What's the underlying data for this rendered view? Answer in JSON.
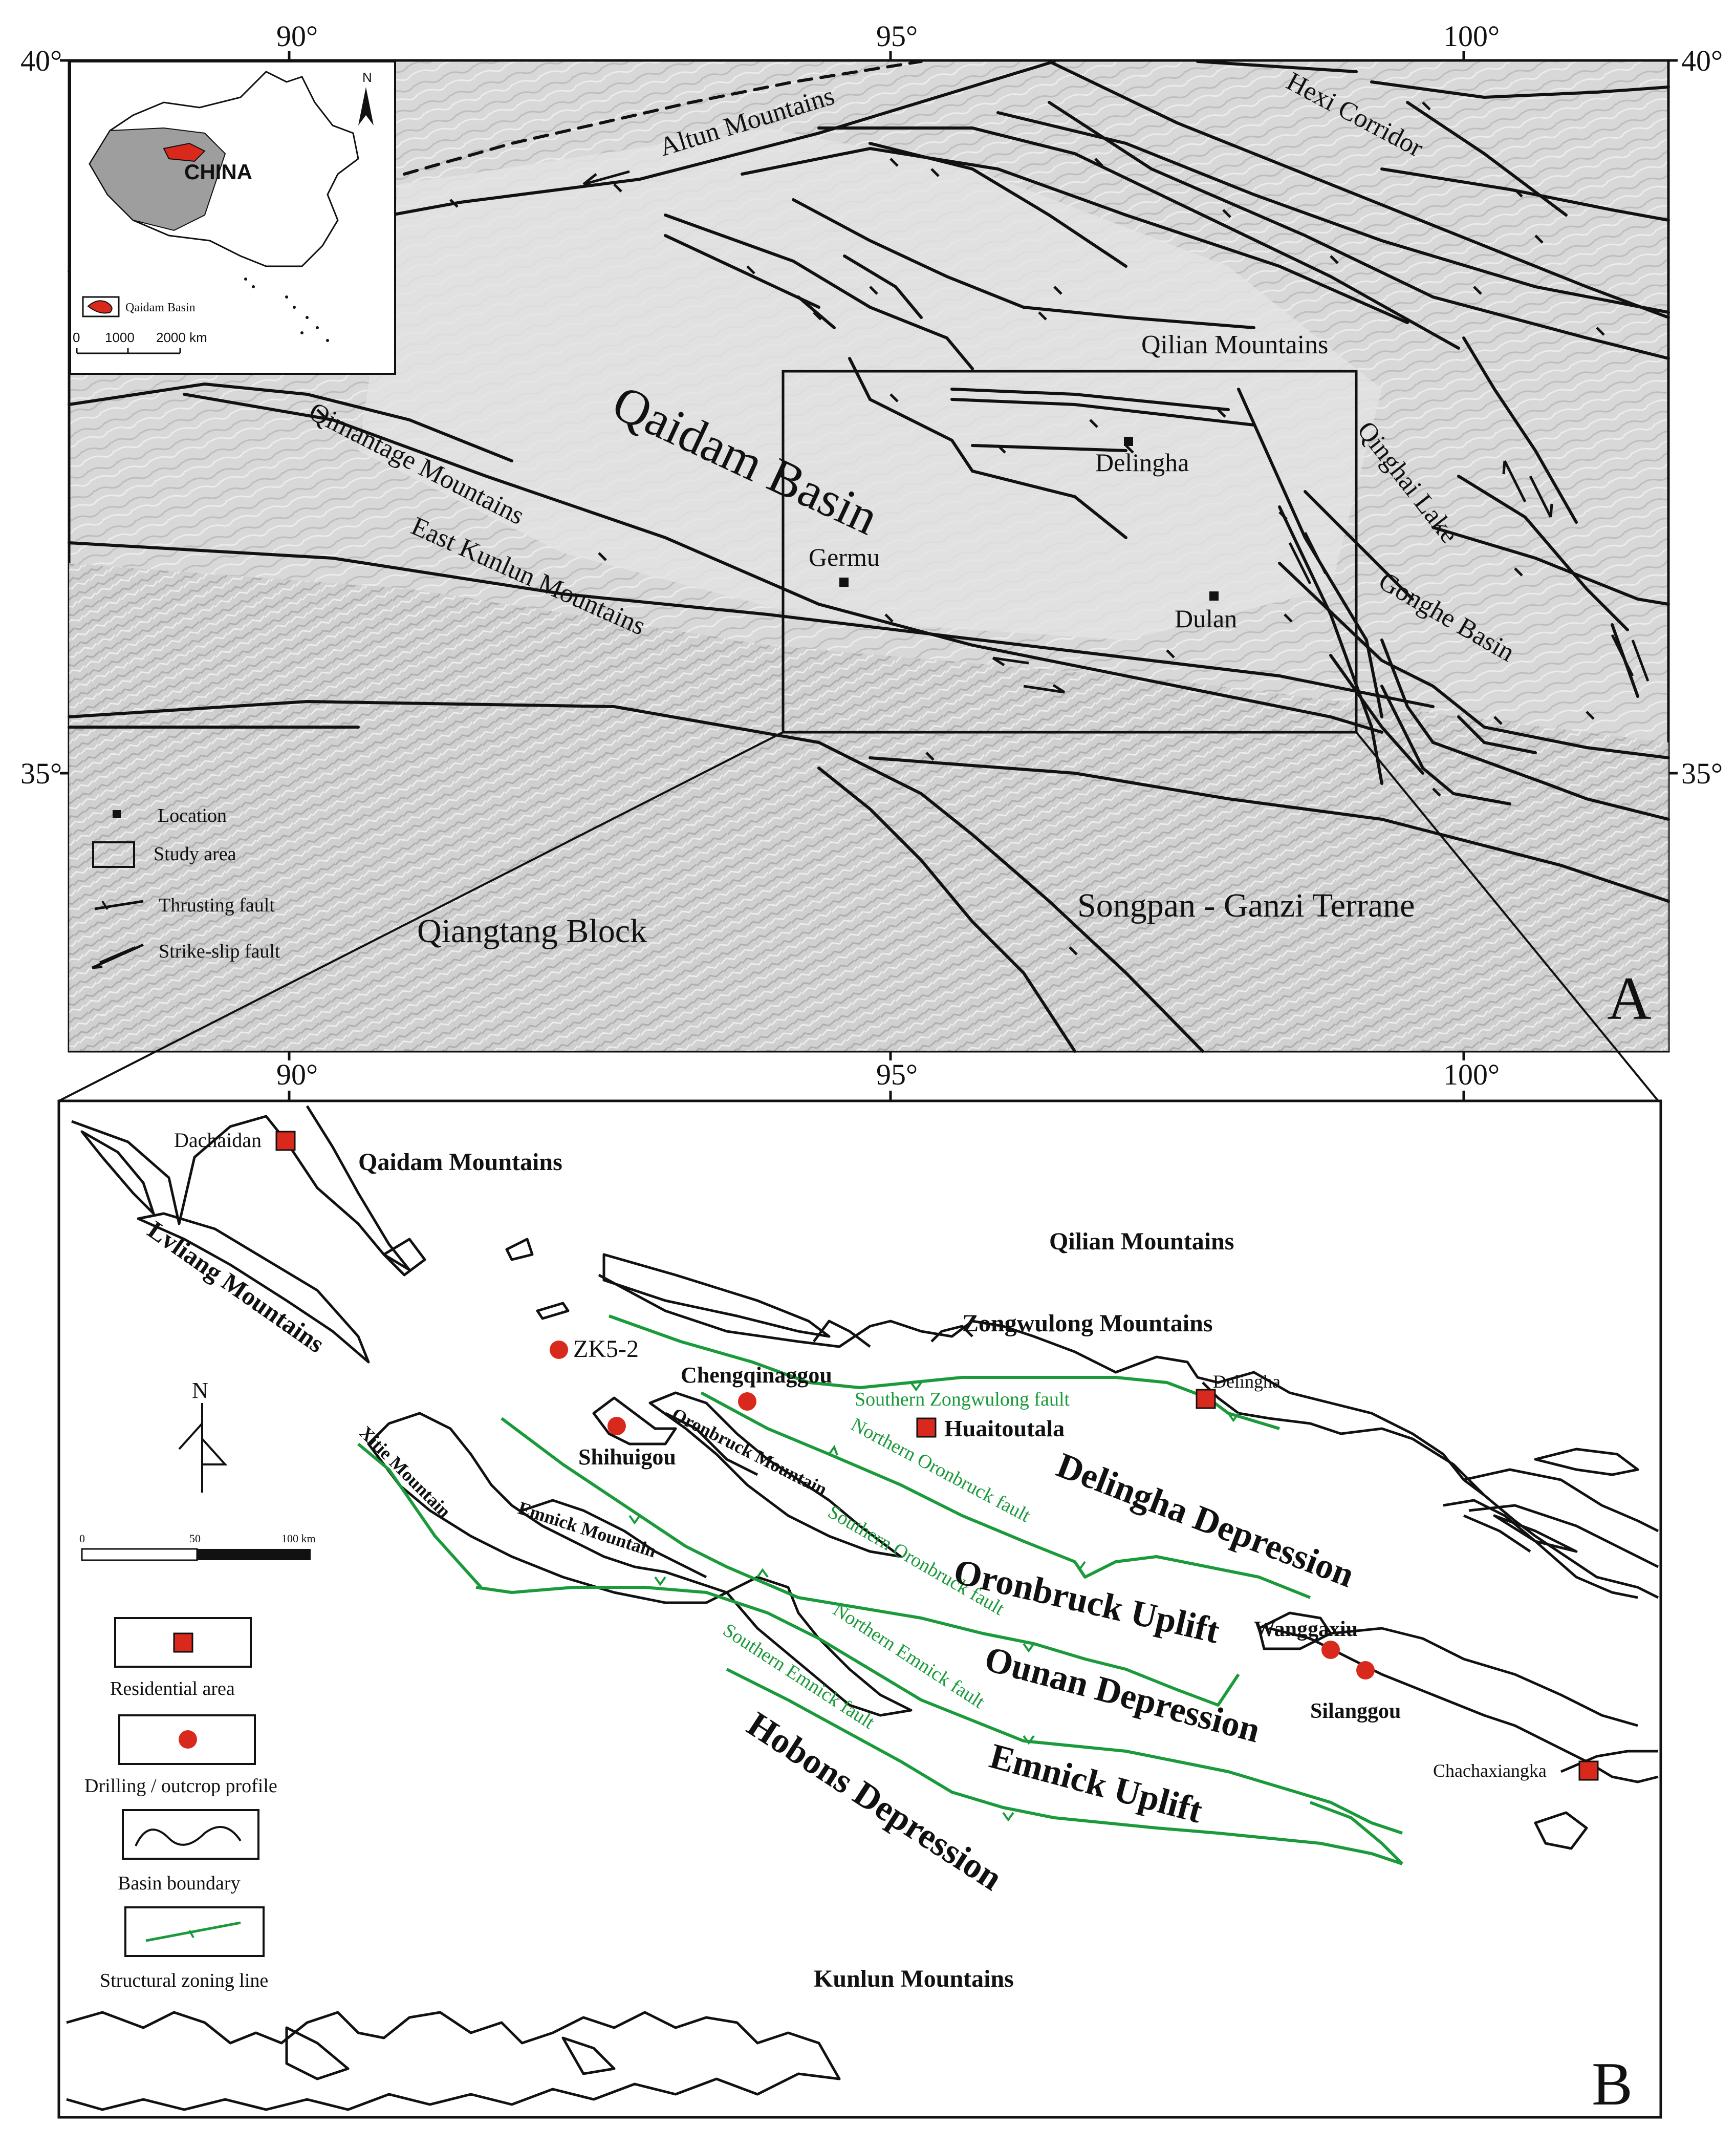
{
  "panelA": {
    "letter": "A",
    "lon_top": [
      "90°",
      "95°",
      "100°"
    ],
    "lon_bottom": [
      "90°",
      "95°",
      "100°"
    ],
    "lat_left": [
      "40°",
      "35°"
    ],
    "lat_right": [
      "40°",
      "35°"
    ],
    "inset": {
      "country": "CHINA",
      "legend_label": "Qaidam Basin",
      "scale_labels": [
        "0",
        "1000",
        "2000 km"
      ],
      "north": "N"
    },
    "places": {
      "altun": "Altun Mountains",
      "hexi": "Hexi Corridor",
      "qilian": "Qilian Mountains",
      "qaidam_basin": "Qaidam Basin",
      "delingha": "Delingha",
      "qinghai_lake": "Qinghai Lake",
      "qimantage": "Qimantage Mountains",
      "east_kunlun": "East Kunlun Mountains",
      "germu": "Germu",
      "dulan": "Dulan",
      "gonghe": "Gonghe Basin",
      "songpan": "Songpan - Ganzi Terrane",
      "qiangtang": "Qiangtang Block"
    },
    "legend": {
      "location": "Location",
      "study_area": "Study area",
      "thrusting": "Thrusting fault",
      "strike_slip": "Strike-slip fault"
    }
  },
  "panelB": {
    "letter": "B",
    "north": "N",
    "scale_labels": [
      "0",
      "50",
      "100 km"
    ],
    "places": {
      "dachaidan": "Dachaidan",
      "qaidam_mtns": "Qaidam Mountains",
      "lvliang": "Lvliang Mountains",
      "qilian": "Qilian Mountains",
      "zongwulong": "Zongwulong Mountains",
      "zk5": "ZK5-2",
      "chengqinaggou": "Chengqinaggou",
      "southern_zongwulong": "Southern Zongwulong fault",
      "delingha": "Delingha",
      "huaitoutala": "Huaitoutala",
      "shihuigou": "Shihuigou",
      "oronbruck_mtn": "Oronbruck Mountain",
      "northern_oronbruck": "Northern Oronbruck fault",
      "delingha_dep": "Delingha Depression",
      "xitie": "Xitie Mountain",
      "emnick_mtn": "Emnick Mountain",
      "southern_oronbruck": "Southern Oronbruck fault",
      "oronbruck_uplift": "Oronbruck Uplift",
      "wanggaxiu": "Wanggaxiu",
      "northern_emnick": "Northern Emnick fault",
      "ounan": "Ounan Depression",
      "silanggou": "Silanggou",
      "southern_emnick": "Southern Emnick fault",
      "emnick_uplift": "Emnick Uplift",
      "hobons": "Hobons Depression",
      "chachaxiangka": "Chachaxiangka",
      "kunlun": "Kunlun Mountains"
    },
    "legend": {
      "residential": "Residential area",
      "drilling": "Drilling / outcrop profile",
      "boundary": "Basin boundary",
      "zoning": "Structural zoning line"
    }
  },
  "colors": {
    "red": "#d9291c",
    "green": "#1a9a3a",
    "line": "#111111",
    "relief": "#d6d6d6"
  }
}
